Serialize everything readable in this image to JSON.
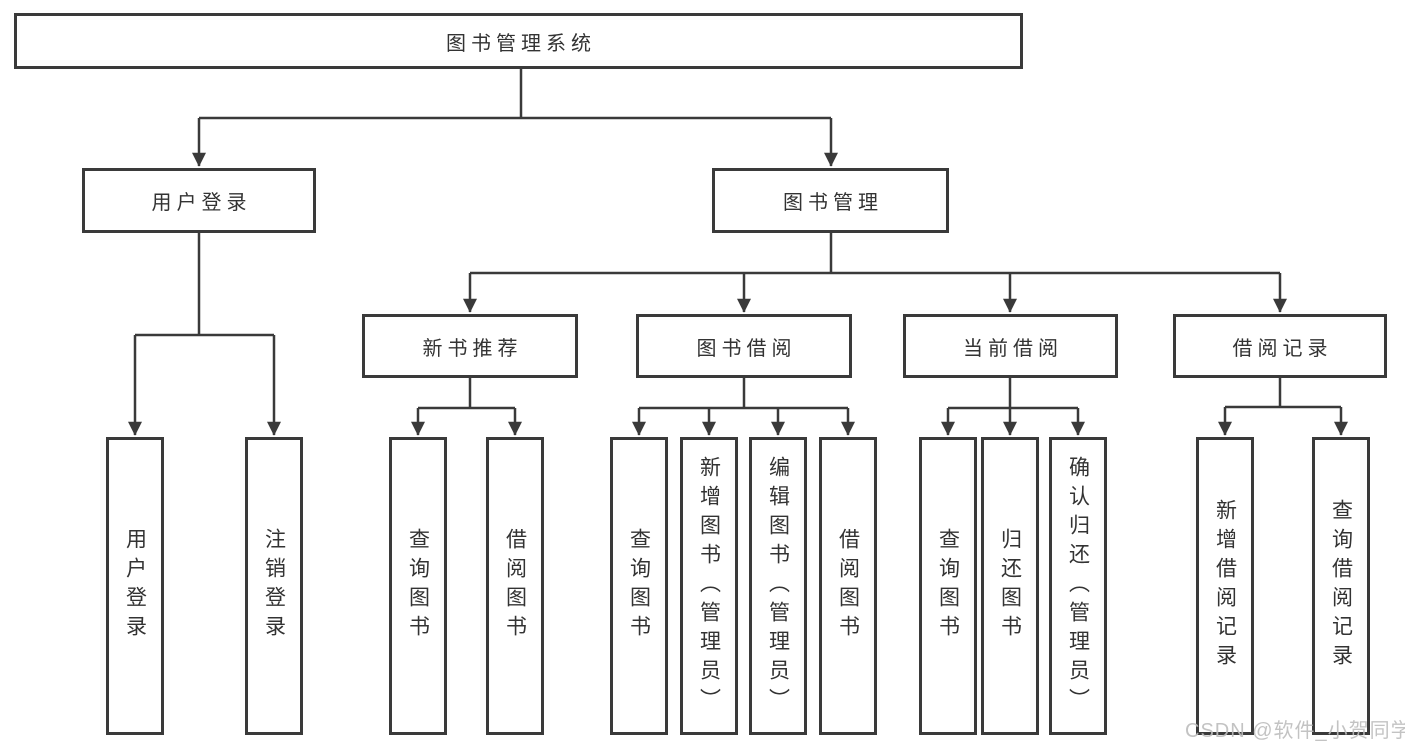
{
  "diagram": {
    "type": "hierarchy-tree",
    "colors": {
      "line": "#3a3a3a",
      "box_border": "#3a3a3a",
      "text": "#333333",
      "watermark_text": "#bdbdbd",
      "background": "#ffffff"
    },
    "tree": {
      "label": "图书管理系统",
      "children": [
        {
          "label": "用户登录",
          "children": [
            {
              "label": "用户登录"
            },
            {
              "label": "注销登录"
            }
          ]
        },
        {
          "label": "图书管理",
          "children": [
            {
              "label": "新书推荐",
              "children": [
                {
                  "label": "查询图书"
                },
                {
                  "label": "借阅图书"
                }
              ]
            },
            {
              "label": "图书借阅",
              "children": [
                {
                  "label": "查询图书"
                },
                {
                  "label": "新增图书（管理员）"
                },
                {
                  "label": "编辑图书（管理员）"
                },
                {
                  "label": "借阅图书"
                }
              ]
            },
            {
              "label": "当前借阅",
              "children": [
                {
                  "label": "查询图书"
                },
                {
                  "label": "归还图书"
                },
                {
                  "label": "确认归还（管理员）"
                }
              ]
            },
            {
              "label": "借阅记录",
              "children": [
                {
                  "label": "新增借阅记录"
                },
                {
                  "label": "查询借阅记录"
                }
              ]
            }
          ]
        }
      ]
    },
    "watermark": {
      "text": "CSDN @软件_小贺同学"
    }
  }
}
